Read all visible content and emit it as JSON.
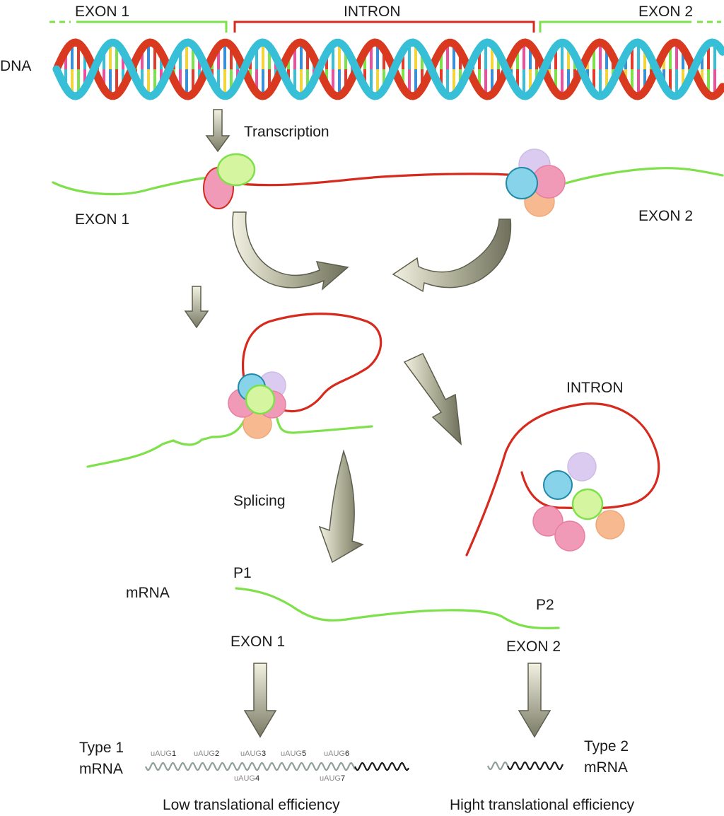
{
  "labels": {
    "exon1_top": "EXON 1",
    "intron_top": "INTRON",
    "exon2_top": "EXON 2",
    "dna": "DNA",
    "transcription": "Transcription",
    "exon1_pre": "EXON 1",
    "exon2_pre": "EXON 2",
    "intron_lariat": "INTRON",
    "splicing": "Splicing",
    "mrna": "mRNA",
    "p1": "P1",
    "p2": "P2",
    "exon1_mrna": "EXON 1",
    "exon2_mrna": "EXON 2",
    "type1_line1": "Type 1",
    "type1_line2": "mRNA",
    "type2_line1": "Type 2",
    "type2_line2": "mRNA",
    "low_eff": "Low translational efficiency",
    "high_eff": "Hight translational efficiency"
  },
  "uaugs": [
    {
      "prefix": "uAUG",
      "num": "1"
    },
    {
      "prefix": "uAUG",
      "num": "2"
    },
    {
      "prefix": "uAUG",
      "num": "3"
    },
    {
      "prefix": "uAUG",
      "num": "4"
    },
    {
      "prefix": "uAUG",
      "num": "5"
    },
    {
      "prefix": "uAUG",
      "num": "6"
    },
    {
      "prefix": "uAUG",
      "num": "7"
    }
  ],
  "colors": {
    "exon": "#7ee04a",
    "intron": "#d62a1e",
    "arrow": "#8a8b72",
    "helix_cyan": "#36bfd6",
    "helix_red": "#d9391f",
    "particle_green": "#d6f5a0",
    "particle_pink": "#f19ab8",
    "particle_blue": "#86d3ea",
    "particle_purple": "#dccbf0",
    "particle_orange": "#f7b98f",
    "utr_gray": "#8fa09a",
    "cds_black": "#1a1a1a"
  }
}
